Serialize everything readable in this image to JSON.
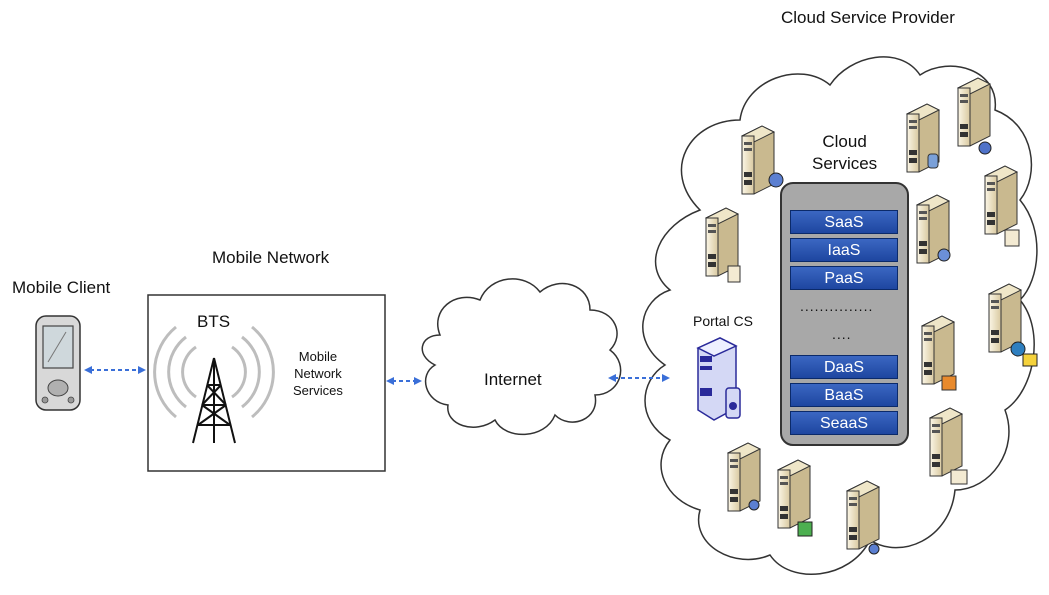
{
  "labels": {
    "mobile_client": "Mobile Client",
    "mobile_network": "Mobile Network",
    "bts": "BTS",
    "mobile_network_services": [
      "Mobile",
      "Network",
      "Services"
    ],
    "internet": "Internet",
    "cloud_service_provider": "Cloud Service Provider",
    "portal_cs": "Portal CS",
    "cloud_services": [
      "Cloud",
      "Services"
    ]
  },
  "services_top": [
    "SaaS",
    "IaaS",
    "PaaS"
  ],
  "services_bottom": [
    "DaaS",
    "BaaS",
    "SeaaS"
  ],
  "ellipsis_long": "...............",
  "ellipsis_short": "....",
  "colors": {
    "service_bar": "#2a55b3",
    "services_panel": "#a8a8a8",
    "connector": "#3a6fd8",
    "server_body": "#f3ead2"
  },
  "icons": {
    "mobile_client": "pda-icon",
    "bts": "cell-tower-icon",
    "portal": "portal-server-icon",
    "servers": "server-icon"
  }
}
